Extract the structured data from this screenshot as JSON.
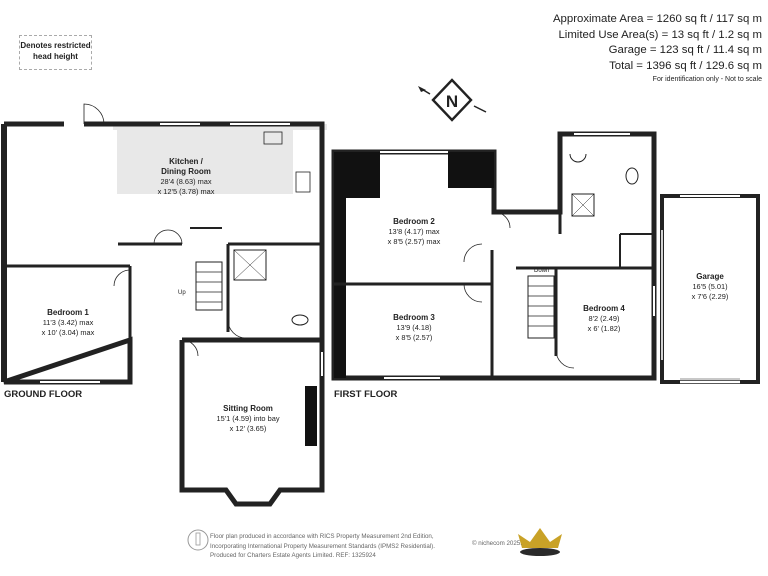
{
  "areas": {
    "approximate": "Approximate Area = 1260 sq ft / 117 sq m",
    "limited_use": "Limited Use Area(s) = 13 sq ft / 1.2 sq m",
    "garage": "Garage = 123 sq ft / 11.4 sq m",
    "total": "Total = 1396 sq ft / 129.6 sq m",
    "note": "For identification only - Not to scale"
  },
  "legend": {
    "restricted_line1": "Denotes restricted",
    "restricted_line2": "head height"
  },
  "compass": {
    "letter": "N"
  },
  "ground_floor": {
    "label": "GROUND FLOOR",
    "stairs_label": "Up",
    "kitchen": {
      "name1": "Kitchen /",
      "name2": "Dining Room",
      "dim1": "28'4 (8.63) max",
      "dim2": "x 12'5 (3.78) max"
    },
    "bedroom1": {
      "name": "Bedroom 1",
      "dim1": "11'3 (3.42) max",
      "dim2": "x 10' (3.04) max"
    },
    "sitting": {
      "name": "Sitting Room",
      "dim1": "15'1 (4.59) into bay",
      "dim2": "x 12' (3.65)"
    }
  },
  "first_floor": {
    "label": "FIRST FLOOR",
    "stairs_label": "Down",
    "bedroom2": {
      "name": "Bedroom 2",
      "dim1": "13'8 (4.17) max",
      "dim2": "x 8'5 (2.57) max"
    },
    "bedroom3": {
      "name": "Bedroom 3",
      "dim1": "13'9 (4.18)",
      "dim2": "x 8'5 (2.57)"
    },
    "bedroom4": {
      "name": "Bedroom 4",
      "dim1": "8'2 (2.49)",
      "dim2": "x 6' (1.82)"
    }
  },
  "garage": {
    "name": "Garage",
    "dim1": "16'5 (5.01)",
    "dim2": "x 7'6 (2.29)"
  },
  "footer": {
    "line1": "Floor plan produced in accordance with RICS Property Measurement 2nd Edition,",
    "line2": "Incorporating International Property Measurement Standards (IPMS2 Residential).",
    "line3": "Produced for Charters Estate Agents Limited.   REF: 1325924",
    "brand": "© nichecom 2025."
  }
}
